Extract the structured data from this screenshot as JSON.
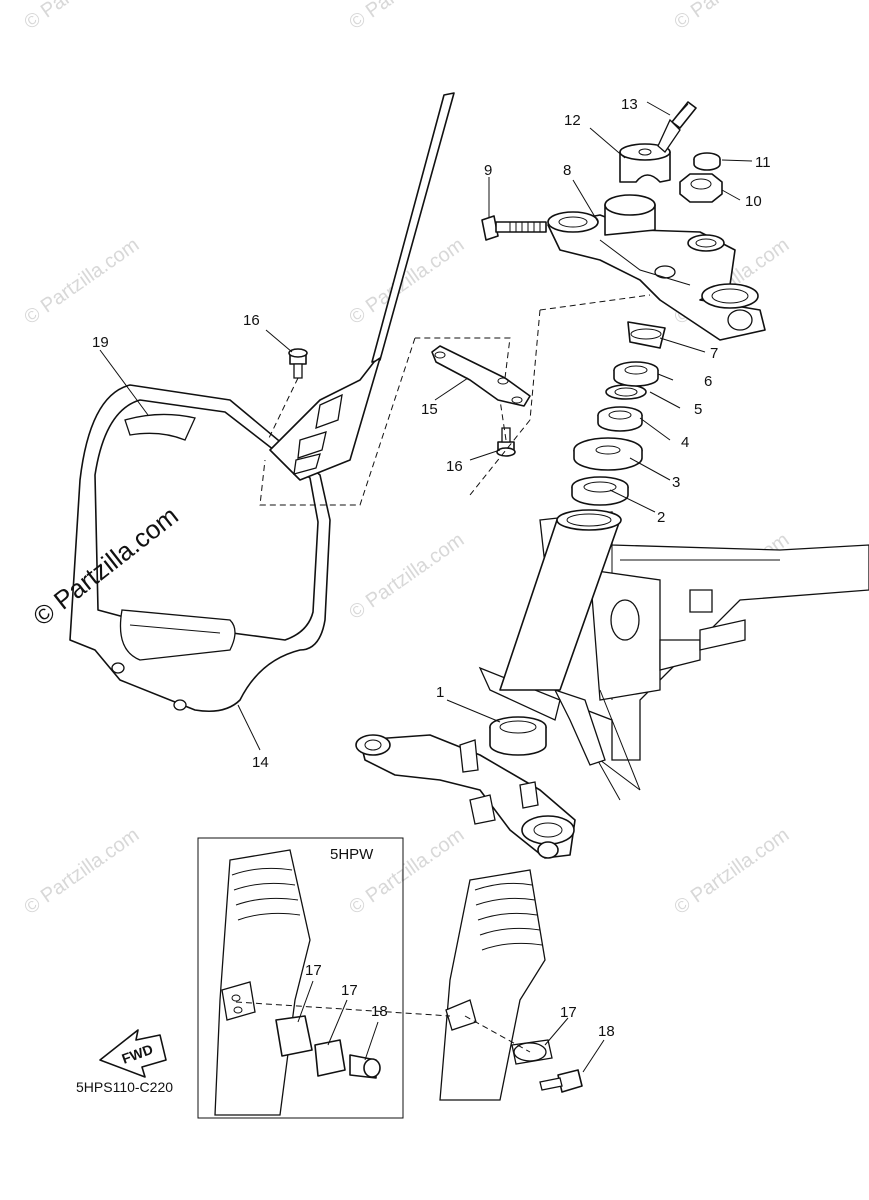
{
  "diagram": {
    "diagram_code": "5HPS110-C220",
    "inset_label": "5HPW",
    "fwd_label": "FWD",
    "watermark": "© Partzilla.com",
    "callouts": [
      "1",
      "2",
      "3",
      "4",
      "5",
      "6",
      "7",
      "8",
      "9",
      "10",
      "11",
      "12",
      "13",
      "14",
      "15",
      "16",
      "16",
      "17",
      "17",
      "17",
      "18",
      "18",
      "19"
    ]
  }
}
